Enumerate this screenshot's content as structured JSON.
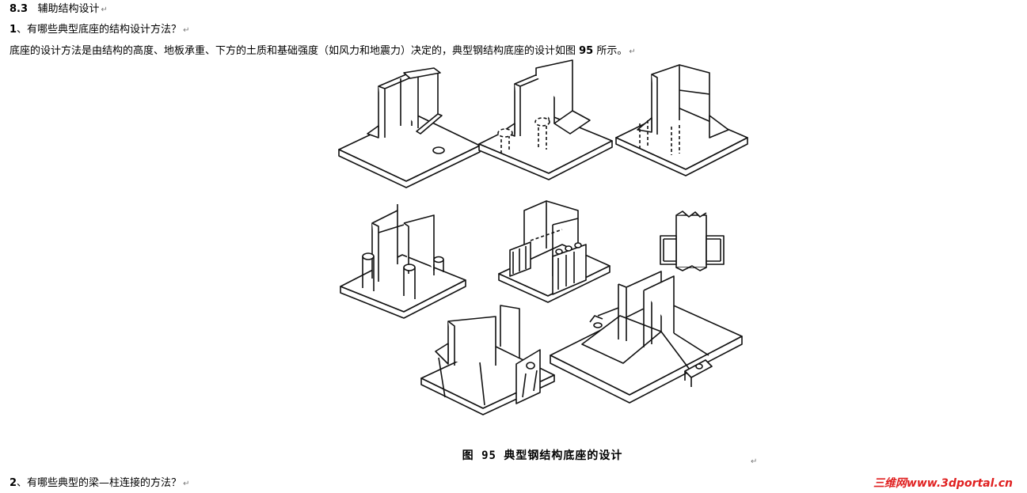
{
  "section": {
    "number": "8.3",
    "title": "辅助结构设计"
  },
  "question1": {
    "number": "1",
    "text": "、有哪些典型底座的结构设计方法？"
  },
  "paragraph": {
    "before": "底座的设计方法是由结构的高度、地板承重、下方的土质和基础强度（如风力和地震力）决定的，典型钢结构底座的设计如图 ",
    "figure_ref": "95",
    "after": " 所示。"
  },
  "figure": {
    "caption": "图 95   典型钢结构底座的设计"
  },
  "question2": {
    "number": "2",
    "text": "、有哪些典型的梁—柱连接的方法？"
  },
  "watermark": "三维网www.3dportal.cn",
  "paragraph_mark": "↵"
}
